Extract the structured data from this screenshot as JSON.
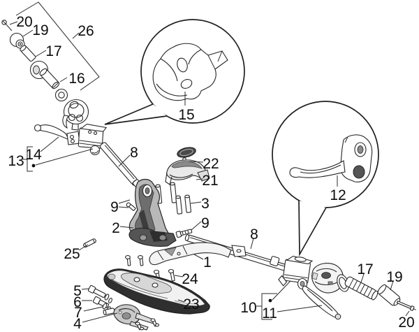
{
  "figure": {
    "background": "#ffffff",
    "line_color": "#2a2a2a",
    "text_color": "#0d0d0d",
    "dark_fill": "#2f2f2f",
    "mid_fill": "#6e6e6e",
    "light_fill": "#f1f1f1"
  },
  "callouts": [
    "20",
    "19",
    "17",
    "16",
    "26",
    "15",
    "12",
    "13",
    "14",
    "8",
    "22",
    "21",
    "9",
    "3",
    "2",
    "9",
    "25",
    "1",
    "24",
    "23",
    "5",
    "6",
    "7",
    "4",
    "8",
    "10",
    "11",
    "17",
    "19",
    "20"
  ]
}
